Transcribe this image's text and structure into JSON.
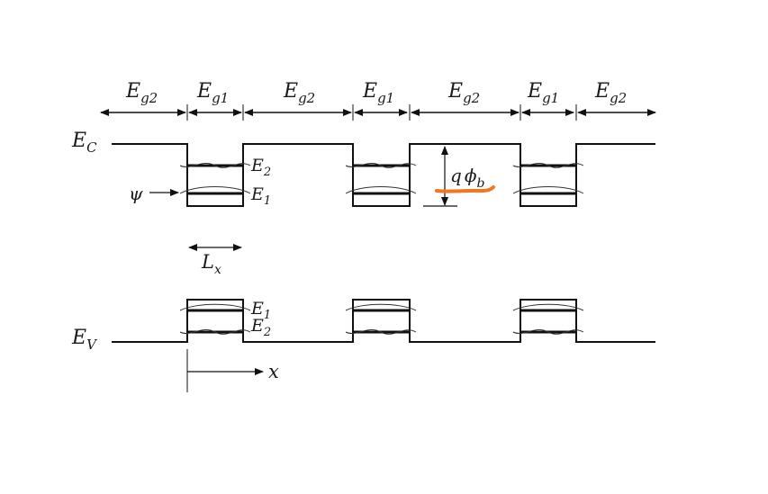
{
  "regions": {
    "barrier": {
      "main": "E",
      "sub": "g2"
    },
    "well": {
      "main": "E",
      "sub": "g1"
    }
  },
  "band_labels": {
    "conduction": {
      "main": "E",
      "sub": "C"
    },
    "valence": {
      "main": "E",
      "sub": "V"
    }
  },
  "level_labels": {
    "cb_upper": {
      "main": "E",
      "sub": "2"
    },
    "cb_lower": {
      "main": "E",
      "sub": "1"
    },
    "vb_upper": {
      "main": "E",
      "sub": "1"
    },
    "vb_lower": {
      "main": "E",
      "sub": "2"
    }
  },
  "barrier_height": {
    "q": "q",
    "phi": "ϕ",
    "sub": "b"
  },
  "wavefunction_label": "ψ",
  "well_width": {
    "main": "L",
    "sub": "x"
  },
  "position_axis": "x",
  "colors": {
    "ink": "#111111",
    "annotation": "#f07820"
  }
}
